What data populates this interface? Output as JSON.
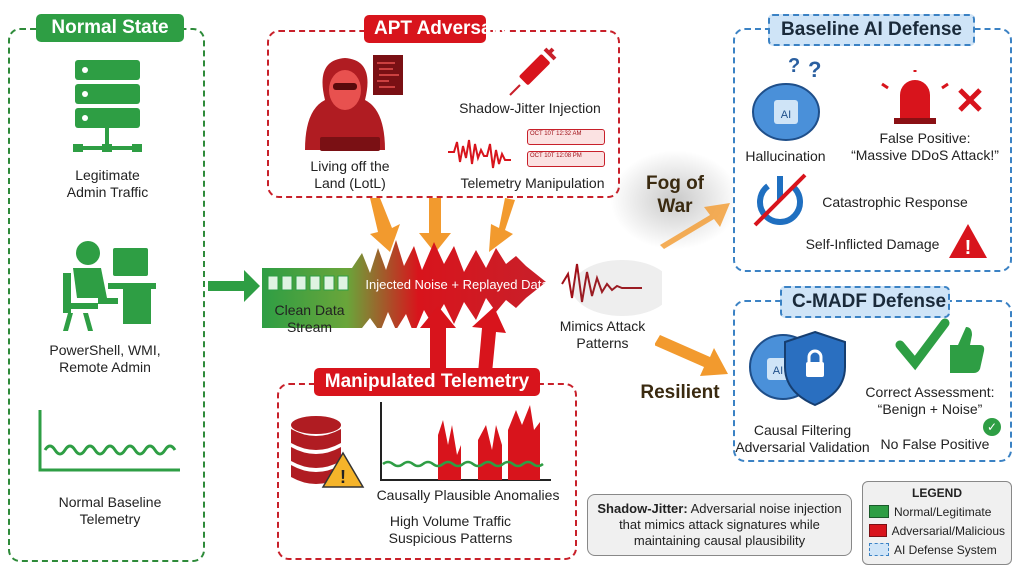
{
  "normal": {
    "title": "Normal State",
    "items": [
      "Legitimate\nAdmin Traffic",
      "PowerShell, WMI,\nRemote Admin",
      "Normal Baseline\nTelemetry"
    ]
  },
  "apt": {
    "title": "APT Adversary",
    "lotl": "Living off the\nLand (LotL)",
    "injection": "Shadow-Jitter Injection",
    "manipulation": "Telemetry Manipulation",
    "log_times": [
      "OCT 10T 12:32 AM",
      "OCT 10T 12:08 PM"
    ]
  },
  "stream": {
    "clean": "Clean Data\nStream",
    "noise": "Injected Noise + Replayed Data",
    "mimics": "Mimics Attack\nPatterns"
  },
  "manip": {
    "title": "Manipulated Telemetry",
    "anomalies": "Causally Plausible Anomalies",
    "volume": "High Volume Traffic\nSuspicious Patterns"
  },
  "fog": "Fog of\nWar",
  "resilient": "Resilient",
  "baseline": {
    "title": "Baseline AI Defense",
    "hallucination": "Hallucination",
    "false_positive": "False Positive:\n“Massive DDoS Attack!”",
    "catastrophic": "Catastrophic Response",
    "damage": "Self-Inflicted Damage",
    "ai": "AI"
  },
  "cmadf": {
    "title": "C-MADF Defense",
    "filtering": "Causal Filtering\nAdversarial Validation",
    "assessment": "Correct Assessment:\n“Benign + Noise”",
    "no_fp": "No False Positive",
    "ai": "AI"
  },
  "note": {
    "term": "Shadow-Jitter:",
    "text": " Adversarial noise injection that mimics attack signatures while maintaining causal plausibility"
  },
  "legend": {
    "title": "LEGEND",
    "items": [
      {
        "label": "Normal/Legitimate",
        "color": "#2e9e44"
      },
      {
        "label": "Adversarial/Malicious",
        "color": "#d8141c"
      },
      {
        "label": "AI Defense System",
        "color": "#cfe4f7"
      }
    ]
  },
  "colors": {
    "green": "#2e8b3a",
    "red": "#c8202a",
    "blue": "#3b82c4",
    "orange": "#f29a2e"
  }
}
